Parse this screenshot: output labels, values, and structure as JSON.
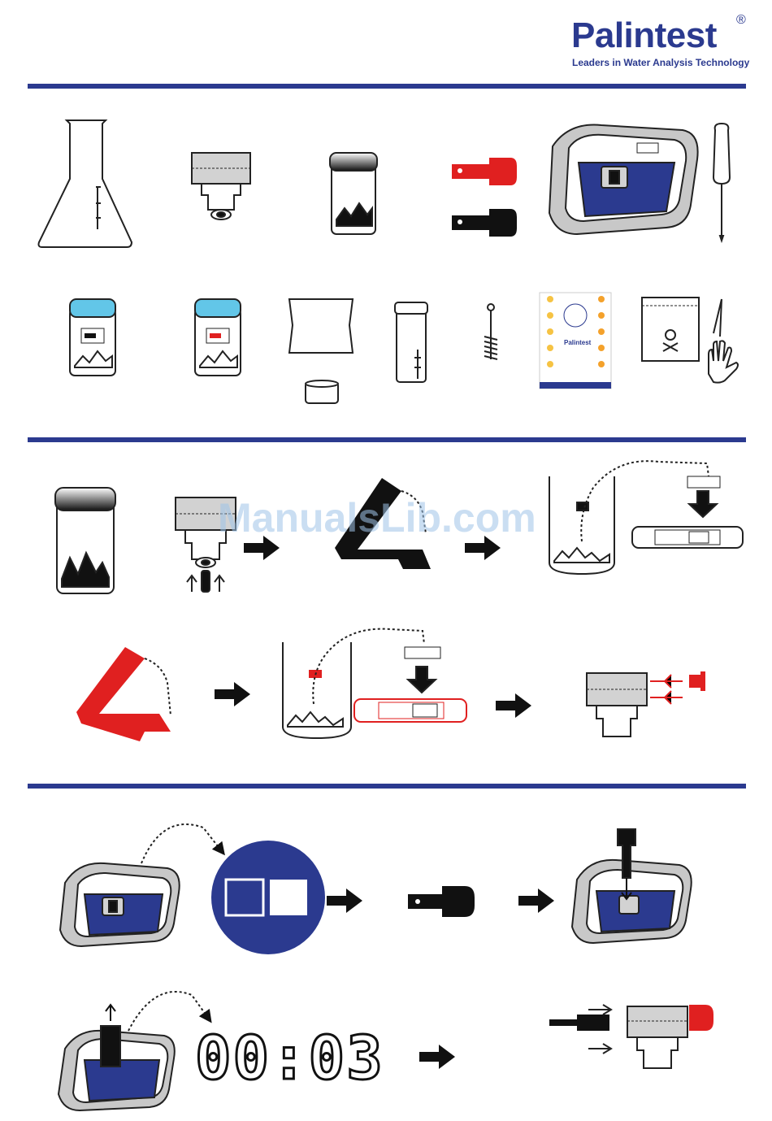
{
  "header": {
    "brand": "Palintest",
    "registered": "®",
    "tagline": "Leaders in Water Analysis Technology"
  },
  "watermark": "ManualsLib.com",
  "kit_card": {
    "brand": "Palintest",
    "registered": "®"
  },
  "timer": {
    "display": "00:03"
  },
  "colors": {
    "brand_blue": "#2b3a8f",
    "red": "#e02020",
    "cap_cyan": "#62c6e8",
    "gray": "#c8c8c8"
  }
}
